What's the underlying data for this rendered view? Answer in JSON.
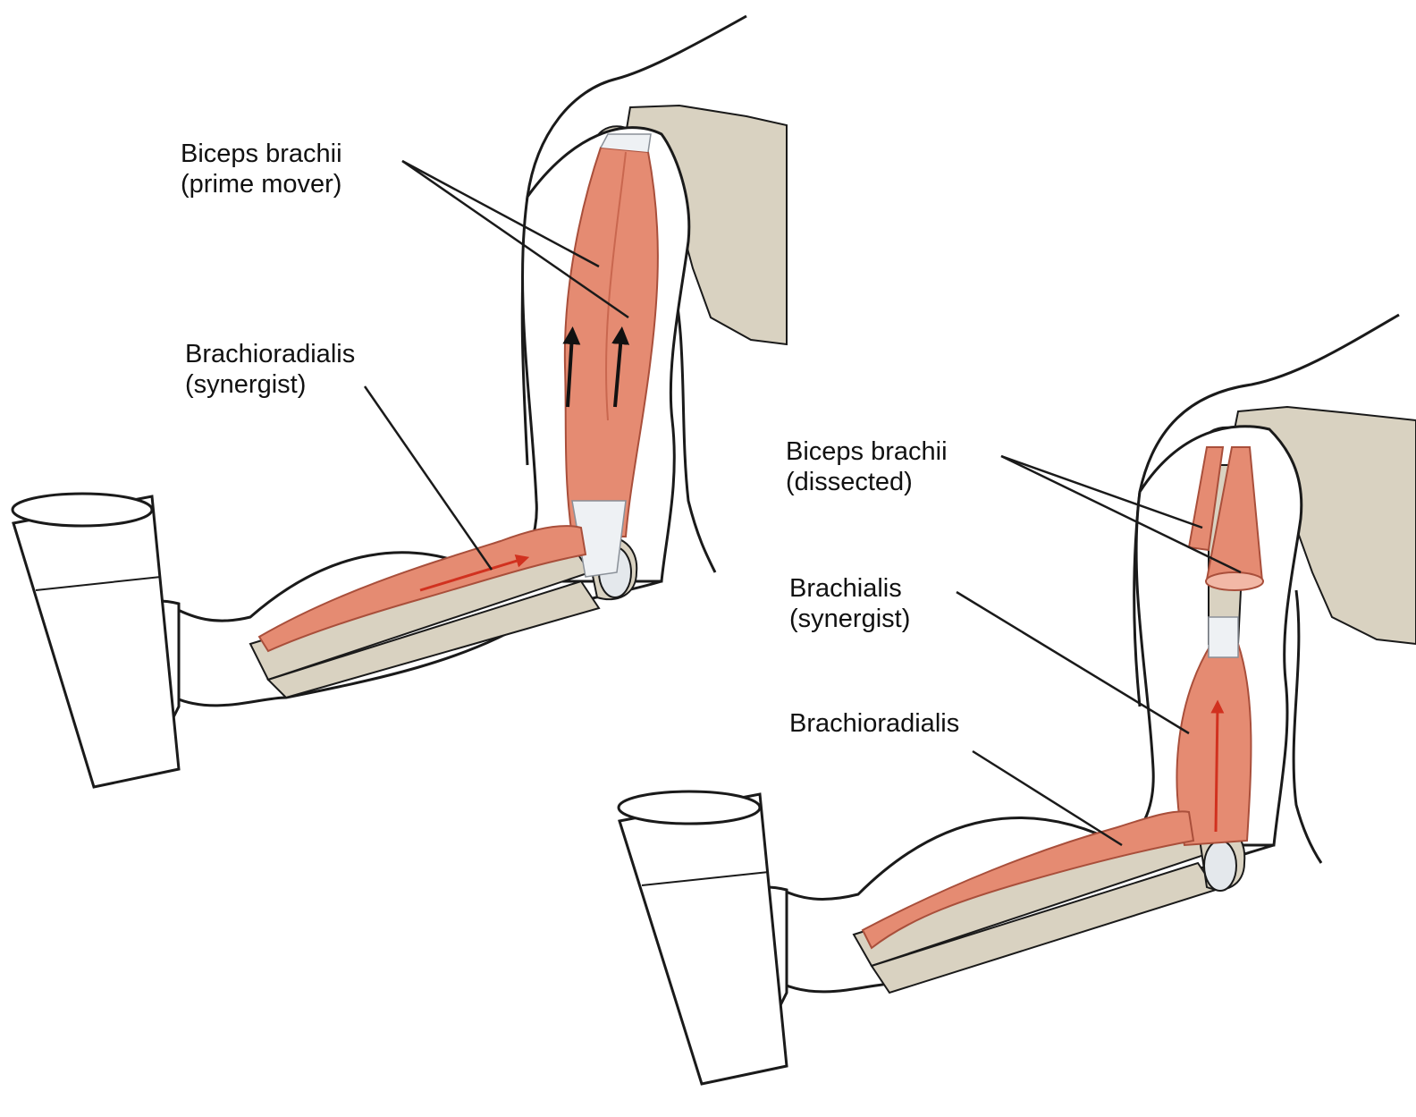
{
  "colors": {
    "outline": "#1a1a1a",
    "skin": "#ffffff",
    "bone": "#d9d2c1",
    "muscle": "#e58b72",
    "muscle_dark": "#c9674f",
    "tendon": "#eef1f4",
    "arrow_dark": "#111111",
    "arrow_red": "#d1311f"
  },
  "icons": {
    "glass": "glass-icon",
    "direction_arrow": "arrow-up-icon"
  },
  "panel_left": {
    "biceps": {
      "name": "Biceps brachii",
      "role": "(prime mover)"
    },
    "brachioradialis": {
      "name": "Brachioradialis",
      "role": "(synergist)"
    }
  },
  "panel_right": {
    "biceps": {
      "name": "Biceps brachii",
      "role": "(dissected)"
    },
    "brachialis": {
      "name": "Brachialis",
      "role": "(synergist)"
    },
    "brachioradialis": {
      "name": "Brachioradialis"
    }
  }
}
